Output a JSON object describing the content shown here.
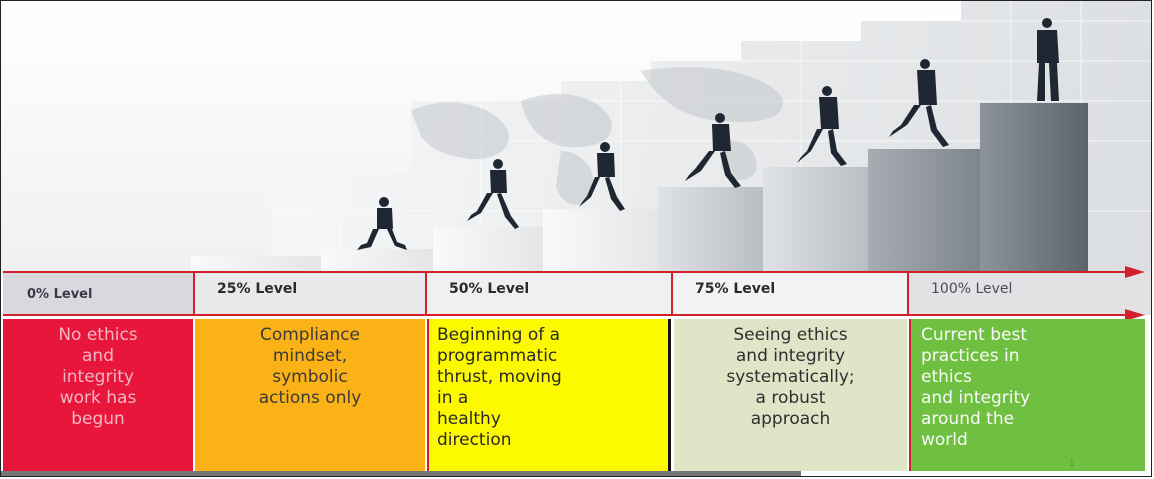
{
  "levels": [
    {
      "label": "0% Level"
    },
    {
      "label": "25% Level"
    },
    {
      "label": "50% Level"
    },
    {
      "label": "75% Level"
    },
    {
      "label": "100% Level"
    }
  ],
  "descriptions": [
    {
      "text": "No ethics\nand\nintegrity\nwork has\nbegun",
      "color": "#e8163a"
    },
    {
      "text": "Compliance\nmindset,\nsymbolic\nactions only",
      "color": "#fbb216"
    },
    {
      "text": "Beginning of a\nprogrammatic\nthrust, moving\nin a\nhealthy\ndirection",
      "color": "#fcf900"
    },
    {
      "text": "Seeing ethics\nand integrity\nsystematically;\na robust\napproach",
      "color": "#dfe6c8"
    },
    {
      "text": "Current best\npractices in\nethics\nand integrity\naround the\nworld",
      "color": "#6fc041"
    }
  ],
  "page_number": "1",
  "colors": {
    "rule": "#d4202a"
  }
}
